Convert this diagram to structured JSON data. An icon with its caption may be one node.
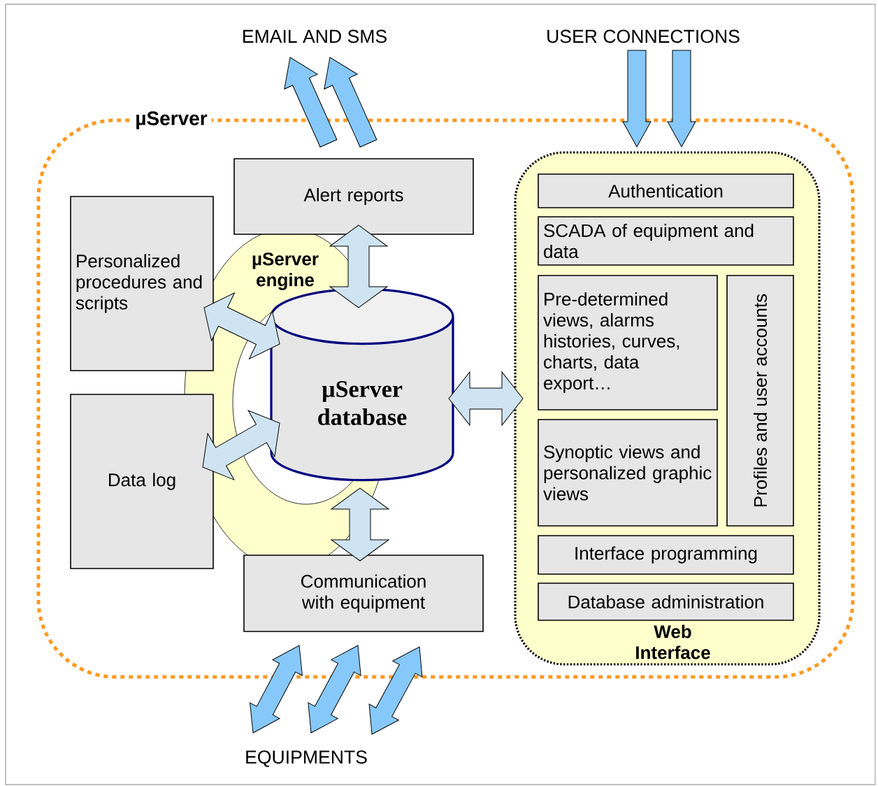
{
  "diagram": {
    "nodes": [
      {
        "text": [
          "µServer"
        ]
      },
      {
        "text": [
          "EMAIL AND SMS"
        ]
      },
      {
        "text": [
          "USER CONNECTIONS"
        ]
      },
      {
        "text": [
          "EQUIPMENTS"
        ]
      },
      {
        "text": [
          "µServer engine"
        ],
        "in": 0
      },
      {
        "text": [
          "Alert reports"
        ],
        "in": 0
      },
      {
        "text": [
          "Personalized procedures and scripts"
        ],
        "in": 0
      },
      {
        "text": [
          "Data log"
        ],
        "in": 0
      },
      {
        "text": [
          "µServer database"
        ],
        "in": 0
      },
      {
        "text": [
          "Communication with equipment"
        ],
        "in": 0
      },
      {
        "text": [
          "Web Interface"
        ],
        "in": 0
      },
      {
        "text": [
          "Authentication"
        ],
        "in": 10
      },
      {
        "text": [
          "SCADA of equipment and data"
        ],
        "in": 10
      },
      {
        "text": [
          "Pre-determined views, alarms histories, curves, charts, data export…"
        ],
        "in": 10
      },
      {
        "text": [
          "Synoptic views and personalized graphic views"
        ],
        "in": 10
      },
      {
        "text": [
          "Profiles and user accounts"
        ],
        "in": 10
      },
      {
        "text": [
          "Interface programming"
        ],
        "in": 10
      },
      {
        "text": [
          "Database administration"
        ],
        "in": 10
      }
    ],
    "edges": [
      {
        "from": 5,
        "to": 1,
        "arrow": "to"
      },
      {
        "from": 5,
        "to": 1,
        "arrow": "to"
      },
      {
        "from": 2,
        "to": 10,
        "arrow": "to"
      },
      {
        "from": 2,
        "to": 10,
        "arrow": "to"
      },
      {
        "from": 3,
        "to": 9,
        "arrow": "both"
      },
      {
        "from": 3,
        "to": 9,
        "arrow": "both"
      },
      {
        "from": 3,
        "to": 9,
        "arrow": "both"
      },
      {
        "from": 5,
        "to": 8,
        "arrow": "both",
        "color": "#cfe4f2"
      },
      {
        "from": 6,
        "to": 8,
        "arrow": "both",
        "color": "#cfe4f2"
      },
      {
        "from": 7,
        "to": 8,
        "arrow": "both",
        "color": "#cfe4f2"
      },
      {
        "from": 9,
        "to": 8,
        "arrow": "both",
        "color": "#cfe4f2"
      },
      {
        "from": 8,
        "to": 10,
        "arrow": "both",
        "color": "#cfe4f2"
      }
    ]
  }
}
